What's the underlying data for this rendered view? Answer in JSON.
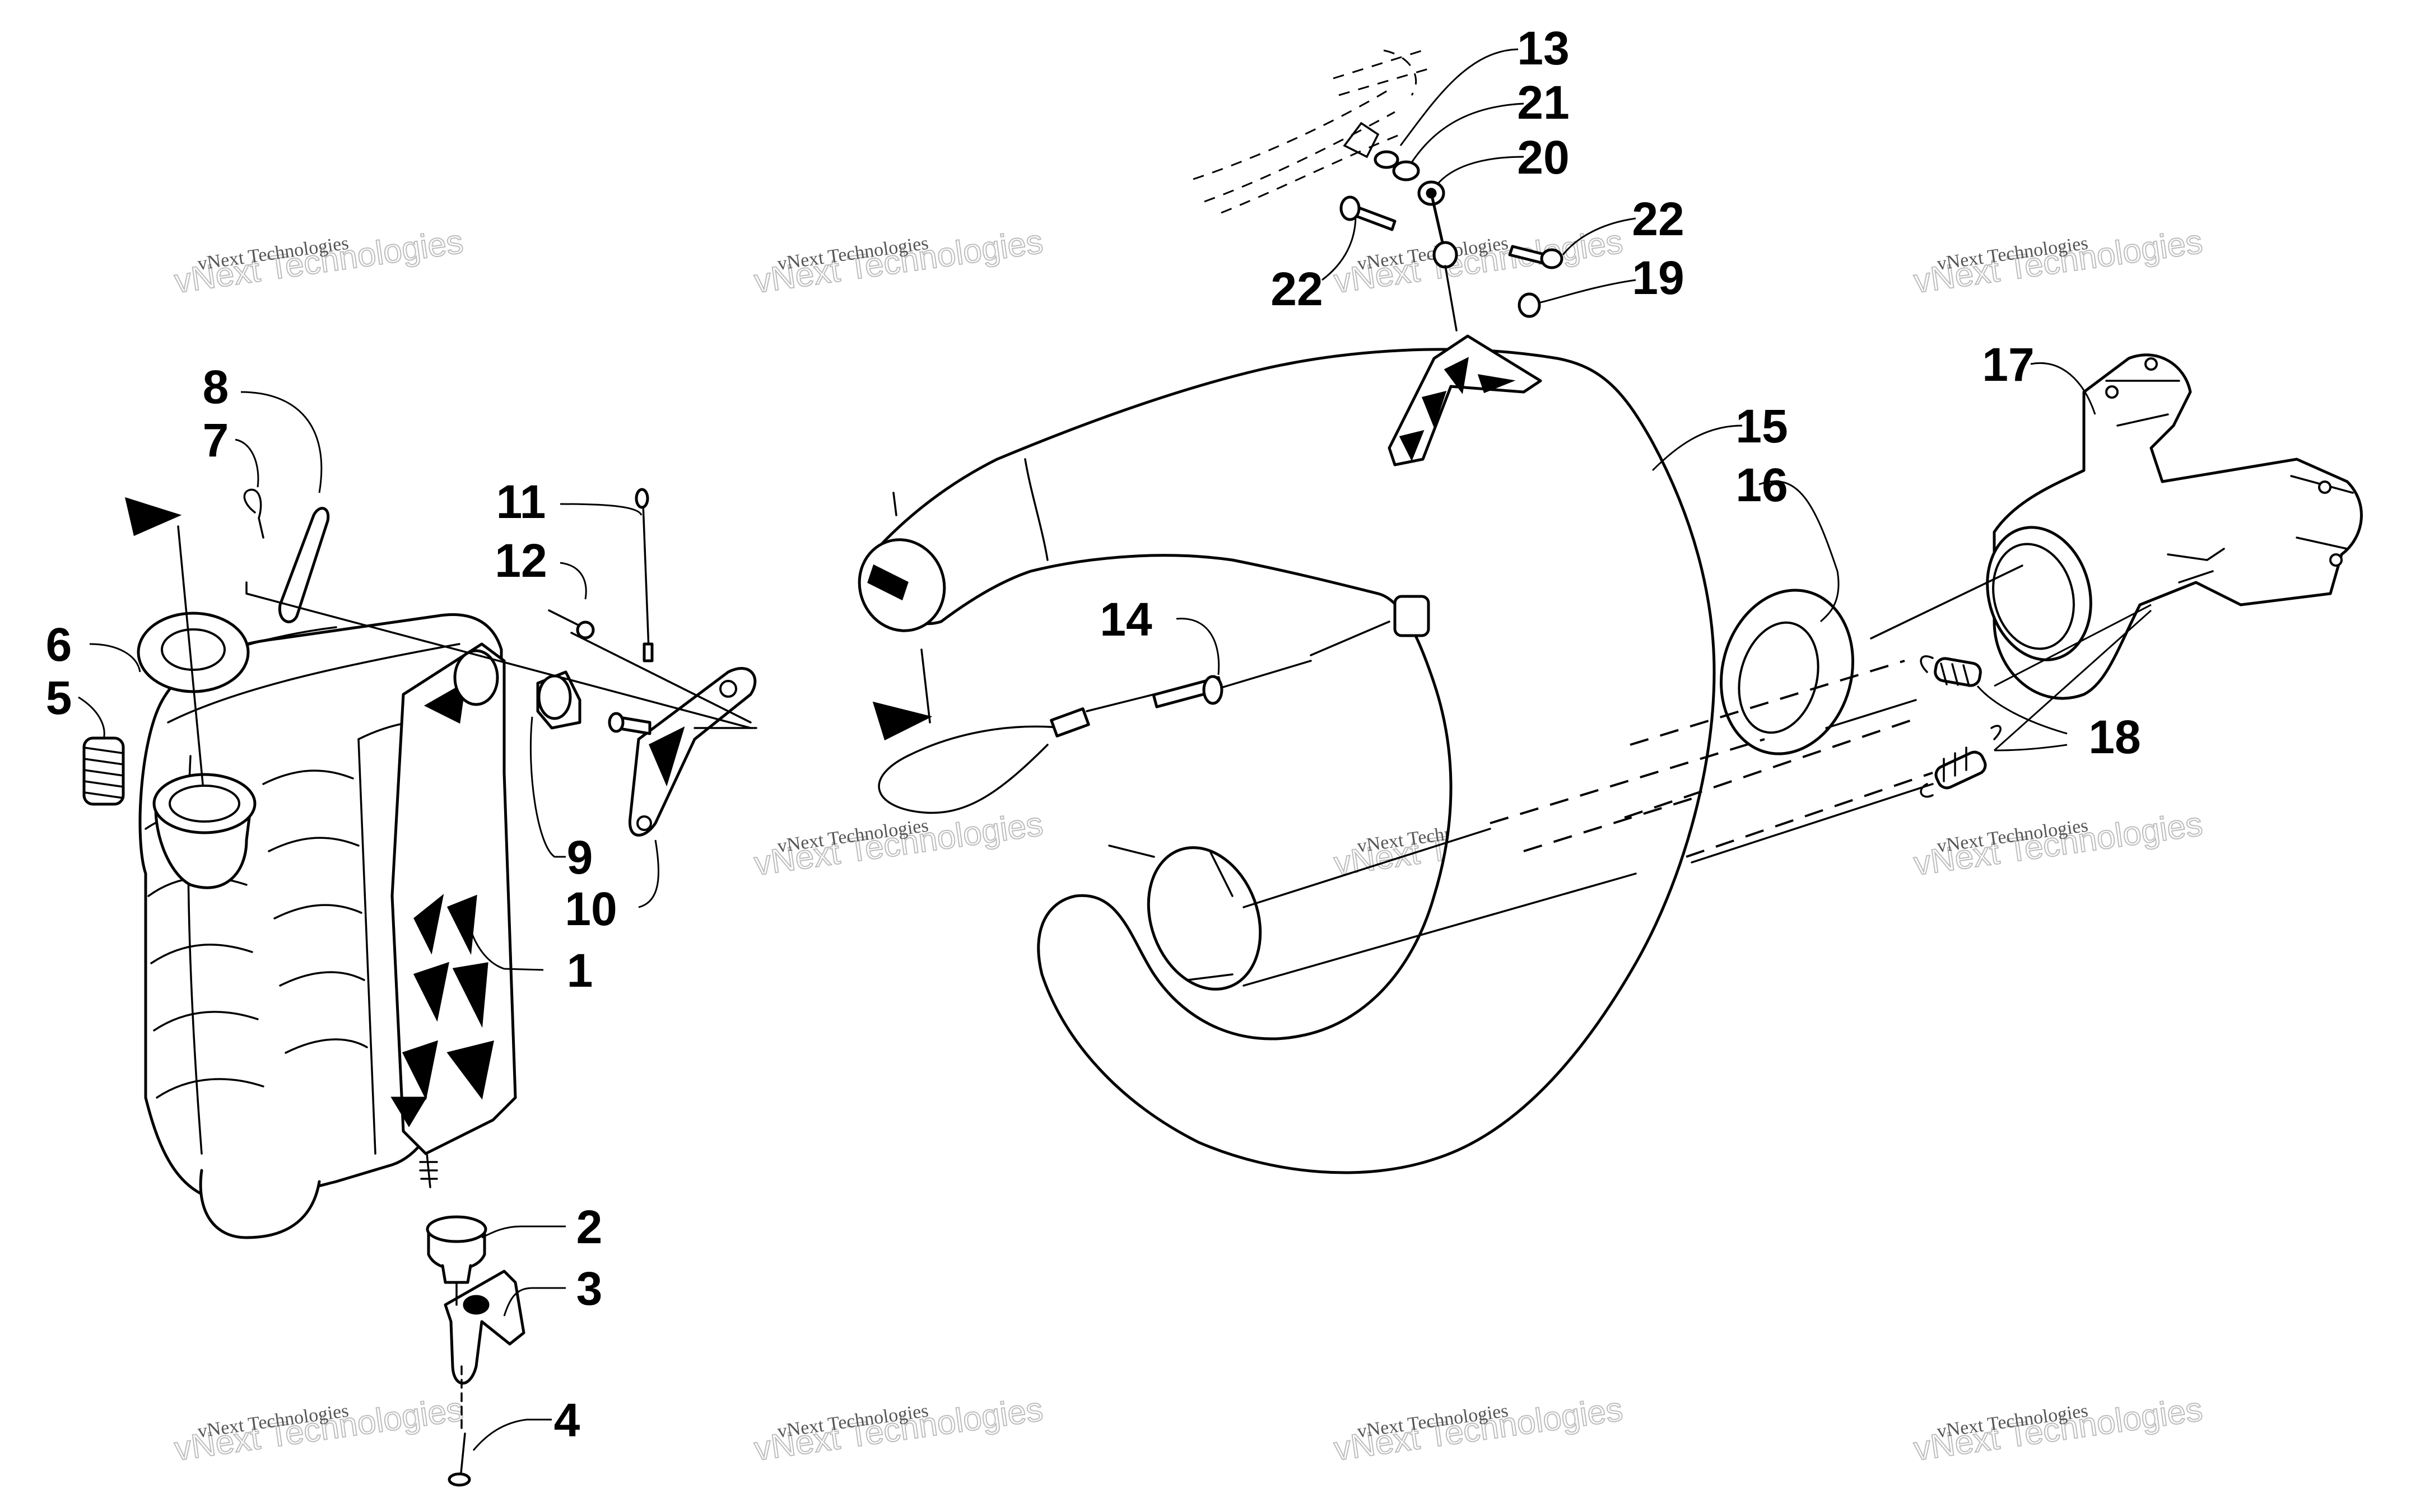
{
  "callouts": {
    "c1": "1",
    "c2": "2",
    "c3": "3",
    "c4": "4",
    "c5": "5",
    "c6": "6",
    "c7": "7",
    "c8": "8",
    "c9": "9",
    "c10": "10",
    "c11": "11",
    "c12": "12",
    "c13": "13",
    "c14": "14",
    "c15": "15",
    "c16": "16",
    "c17": "17",
    "c18": "18",
    "c19": "19",
    "c20": "20",
    "c21": "21",
    "c22a": "22",
    "c22b": "22"
  },
  "watermark": {
    "line1": "vNext Technologies",
    "line2": "vNext Technologies"
  }
}
